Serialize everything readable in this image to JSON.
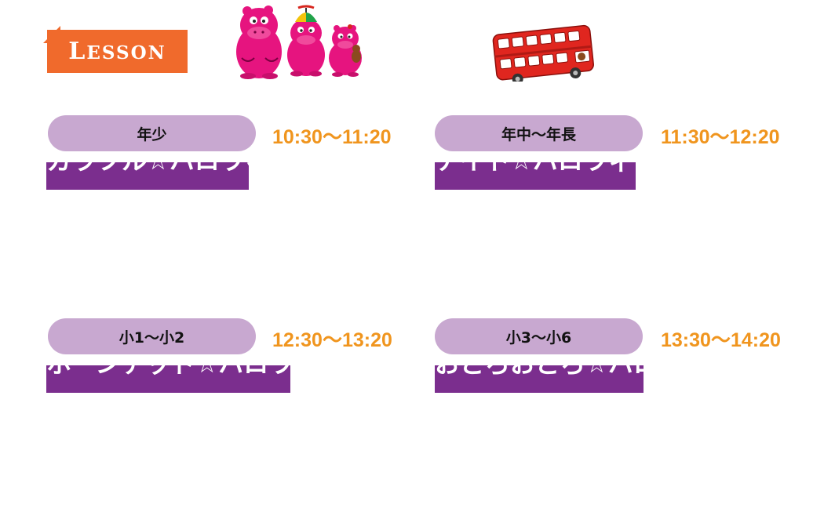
{
  "header": {
    "badge_first": "L",
    "badge_rest": "ESSON"
  },
  "colors": {
    "badge": "#f06a2c",
    "pill": "#c8a8d0",
    "time": "#f0951e",
    "bar": "#7b2e8e",
    "hippo": "#e6147f",
    "bus": "#e0261f"
  },
  "classes": [
    {
      "grade": "年少",
      "time": "10:30〜11:20",
      "course": "カラフル☆ハロウィン"
    },
    {
      "grade": "年中〜年長",
      "time": "11:30〜12:20",
      "course": "ナイト☆ハロウィン"
    },
    {
      "grade": "小1〜小2",
      "time": "12:30〜13:20",
      "course": "ホーンテッド☆ハロウィン"
    },
    {
      "grade": "小3〜小6",
      "time": "13:30〜14:20",
      "course": "おどろおどろ☆ハロウィン"
    }
  ]
}
